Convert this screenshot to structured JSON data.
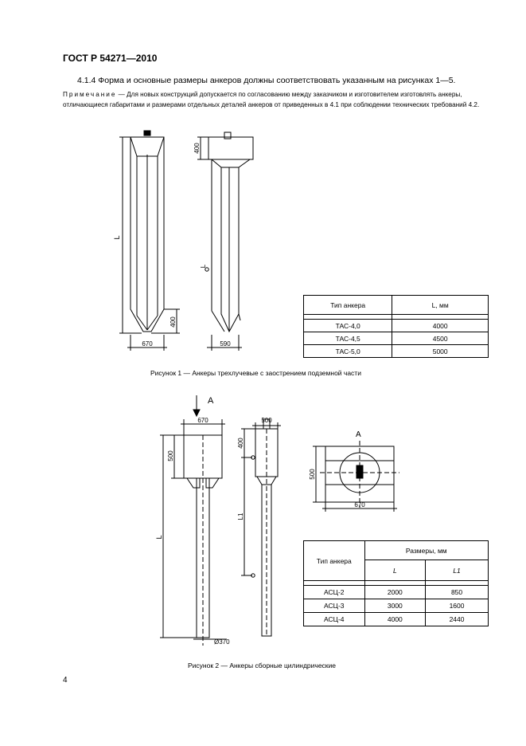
{
  "header": "ГОСТ Р 54271—2010",
  "para": "4.1.4  Форма и основные размеры анкеров должны соответствовать указанным на рисунках 1—5.",
  "note": {
    "spaced": "Примечание",
    "text": " — Для новых конструкций допускается по согласованию между заказчиком и изготовителем изготовлять анкеры, отличающиеся габаритами и размерами отдельных деталей анкеров от приведенных в 4.1 при соблюдении технических требований 4.2."
  },
  "figure1": {
    "caption": "Рисунок 1 — Анкеры трехлучевые с заострением подземной части",
    "dims": {
      "l_left": "L",
      "l_right": "L",
      "top": "400",
      "bottom": "400",
      "w1": "670",
      "w2": "590"
    },
    "table": {
      "headers": [
        "Тип анкера",
        "L, мм"
      ],
      "rows": [
        [
          "ТАС-4,0",
          "4000"
        ],
        [
          "ТАС-4,5",
          "4500"
        ],
        [
          "ТАС-5,0",
          "5000"
        ]
      ]
    }
  },
  "figure2": {
    "caption": "Рисунок 2 — Анкеры сборные цилиндрические",
    "dims": {
      "view_a": "A",
      "view_a2": "A",
      "w_top": "670",
      "h_top": "500",
      "L": "L",
      "diam": "Ø370",
      "w_side": "500",
      "side_top": "400",
      "L1": "L1",
      "plan_h": "500",
      "plan_w": "670"
    },
    "table": {
      "type_header": "Тип анкера",
      "group_header": "Размеры, мм",
      "col_L": "L",
      "col_L1": "L1",
      "rows": [
        [
          "АСЦ-2",
          "2000",
          "850"
        ],
        [
          "АСЦ-3",
          "3000",
          "1600"
        ],
        [
          "АСЦ-4",
          "4000",
          "2440"
        ]
      ]
    }
  },
  "page_number": "4"
}
